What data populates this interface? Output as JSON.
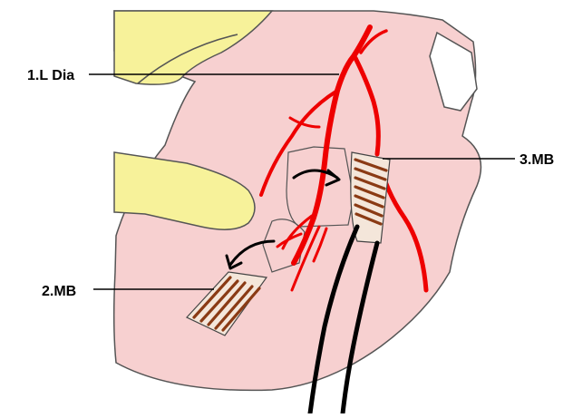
{
  "labels": {
    "dia": "1.L Dia",
    "mb2": "2.MB",
    "mb3": "3.MB"
  },
  "colors": {
    "heart": "#f7d0d0",
    "fat": "#f7f29a",
    "artery": "#ee0000",
    "bridge": "#8a3a14",
    "bridge_bg": "#f4e6da",
    "outline": "#333333",
    "ink": "#000000"
  }
}
